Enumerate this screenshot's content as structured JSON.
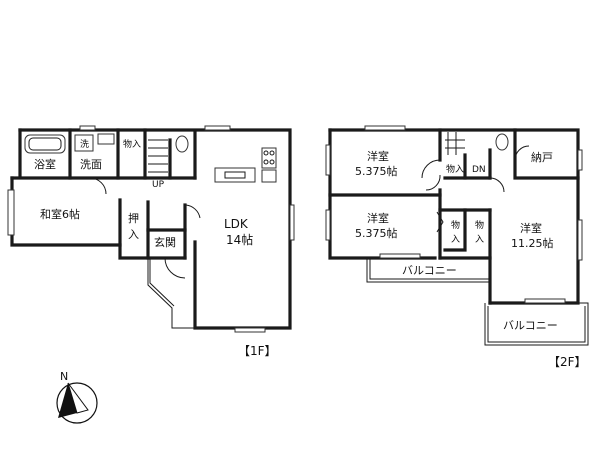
{
  "floor1": {
    "tag": "【1F】",
    "rooms": {
      "bath": "浴室",
      "washroom": "洗面",
      "washer": "洗",
      "storage": "物入",
      "stairs_up": "UP",
      "japanese_room": "和室6帖",
      "closet": [
        "押",
        "入"
      ],
      "entrance": "玄関",
      "ldk": [
        "LDK",
        "14帖"
      ]
    }
  },
  "floor2": {
    "tag": "【2F】",
    "rooms": {
      "western_a": [
        "洋室",
        "5.375帖"
      ],
      "western_b": [
        "洋室",
        "5.375帖"
      ],
      "western_c": [
        "洋室",
        "11.25帖"
      ],
      "storage_top": "物入",
      "stairs_dn": "DN",
      "storeroom": "納戸",
      "storage_mid_1": [
        "物",
        "入"
      ],
      "storage_mid_2": [
        "物",
        "入"
      ],
      "balcony_1": "バルコニー",
      "balcony_2": "バルコニー"
    }
  },
  "compass": {
    "north_label": "N"
  },
  "colors": {
    "wall": "#1a1a1a",
    "background": "#ffffff"
  }
}
